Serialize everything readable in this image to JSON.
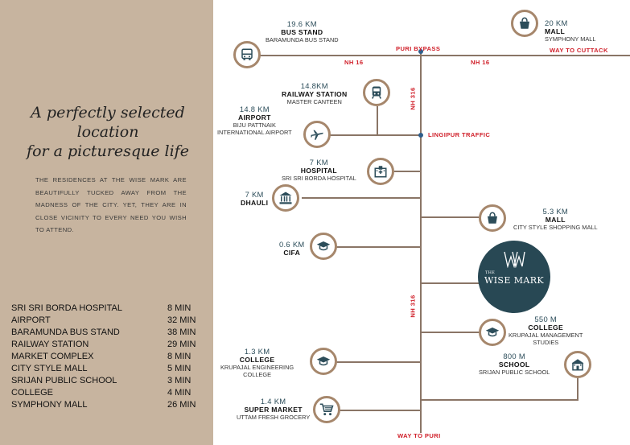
{
  "tagline": {
    "line1": "A perfectly selected location",
    "line2": "for a picturesque life"
  },
  "description": "The residences at The Wise Mark are beautifully tucked away from the madness of the city. Yet, they are in close vicinity to every need you wish to attend.",
  "distances": [
    {
      "name": "SRI SRI BORDA HOSPITAL",
      "time": "8 MIN"
    },
    {
      "name": "AIRPORT",
      "time": "32 MIN"
    },
    {
      "name": "BARAMUNDA BUS STAND",
      "time": "38 MIN"
    },
    {
      "name": "RAILWAY STATION",
      "time": "29 MIN"
    },
    {
      "name": "MARKET COMPLEX",
      "time": "8 MIN"
    },
    {
      "name": "CITY STYLE MALL",
      "time": "5 MIN"
    },
    {
      "name": "SRIJAN PUBLIC SCHOOL",
      "time": "3 MIN"
    },
    {
      "name": "COLLEGE",
      "time": "4 MIN"
    },
    {
      "name": "SYMPHONY MALL",
      "time": "26 MIN"
    }
  ],
  "roads": {
    "puri_bypass": "PURI BYPASS",
    "nh16_left": "NH 16",
    "nh16_right": "NH 16",
    "way_to_cuttack": "WAY TO CUTTACK",
    "nh316_top": "NH 316",
    "nh316_bottom": "NH 316",
    "lingipur": "LINGIPUR TRAFFIC",
    "way_to_puri": "WAY TO PURI"
  },
  "places": {
    "bus": {
      "km": "19.6 KM",
      "name": "BUS STAND",
      "sub": "BARAMUNDA BUS STAND"
    },
    "mall_top": {
      "km": "20 KM",
      "name": "MALL",
      "sub": "SYMPHONY MALL"
    },
    "railway": {
      "km": "14.8KM",
      "name": "RAILWAY STATION",
      "sub": "MASTER CANTEEN"
    },
    "airport": {
      "km": "14.8 KM",
      "name": "AIRPORT",
      "sub1": "BIJU PATTNAIK",
      "sub2": "INTERNATIONAL AIRPORT"
    },
    "hospital": {
      "km": "7 KM",
      "name": "HOSPITAL",
      "sub": "SRI SRI BORDA HOSPITAL"
    },
    "dhauli": {
      "km": "7 KM",
      "name": "DHAULI"
    },
    "mall_city": {
      "km": "5.3 KM",
      "name": "MALL",
      "sub": "CITY STYLE SHOPPING MALL"
    },
    "cifa": {
      "km": "0.6 KM",
      "name": "CIFA"
    },
    "college_right": {
      "km": "550 M",
      "name": "COLLEGE",
      "sub1": "KRUPAJAL MANAGEMENT",
      "sub2": "STUDIES"
    },
    "college_left": {
      "km": "1.3 KM",
      "name": "COLLEGE",
      "sub1": "KRUPAJAL ENGINEERING",
      "sub2": "COLLEGE"
    },
    "school": {
      "km": "800 M",
      "name": "SCHOOL",
      "sub": "SRIJAN PUBLIC SCHOOL"
    },
    "supermarket": {
      "km": "1.4 KM",
      "name": "SUPER MARKET",
      "sub": "UTTAM FRESH GROCERY"
    }
  },
  "wisemark": {
    "the": "THE",
    "name": "WISE MARK"
  },
  "colors": {
    "panel": "#c7b49f",
    "road": "#8a7566",
    "icon_ring": "#a6876c",
    "road_label": "#d0202a",
    "logo": "#284854"
  }
}
